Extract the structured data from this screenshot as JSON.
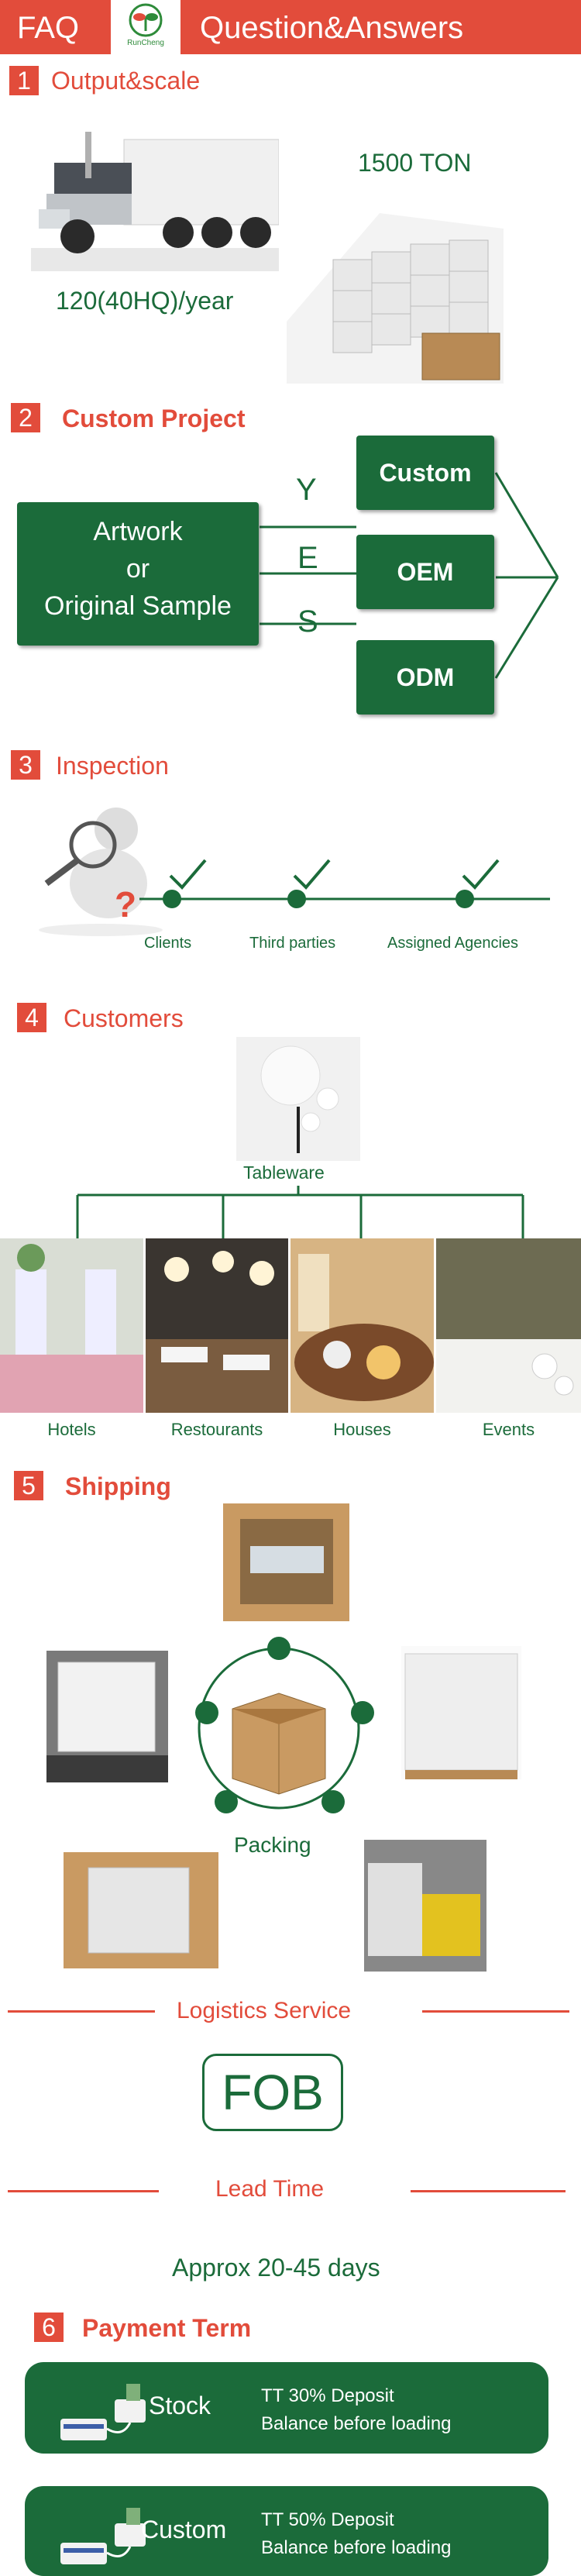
{
  "header": {
    "faq": "FAQ",
    "logo_text": "RunCheng",
    "title": "Question&Answers"
  },
  "sections": {
    "s1": {
      "num": "1",
      "title": "Output&scale",
      "output": "1500 TON",
      "capacity": "120(40HQ)/year"
    },
    "s2": {
      "num": "2",
      "title": "Custom Project",
      "left_line1": "Artwork",
      "left_line2": "or",
      "left_line3": "Original Sample",
      "yes": [
        "Y",
        "E",
        "S"
      ],
      "options": [
        "Custom",
        "OEM",
        "ODM"
      ]
    },
    "s3": {
      "num": "3",
      "title": "Inspection",
      "stages": [
        "Clients",
        "Third parties",
        "Assigned Agencies"
      ]
    },
    "s4": {
      "num": "4",
      "title": "Customers",
      "product": "Tableware",
      "types": [
        "Hotels",
        "Restourants",
        "Houses",
        "Events"
      ]
    },
    "s5": {
      "num": "5",
      "title": "Shipping",
      "packing": "Packing",
      "logistics": "Logistics Service",
      "fob": "FOB",
      "lead_time": "Lead Time",
      "approx": "Approx 20-45 days"
    },
    "s6": {
      "num": "6",
      "title": "Payment Term",
      "cards": [
        {
          "label": "Stock",
          "line1": "TT 30% Deposit",
          "line2": "Balance before loading"
        },
        {
          "label": "Custom",
          "line1": "TT 50% Deposit",
          "line2": "Balance before loading"
        }
      ]
    }
  },
  "colors": {
    "red": "#e24c3b",
    "green": "#1b6b3a"
  }
}
